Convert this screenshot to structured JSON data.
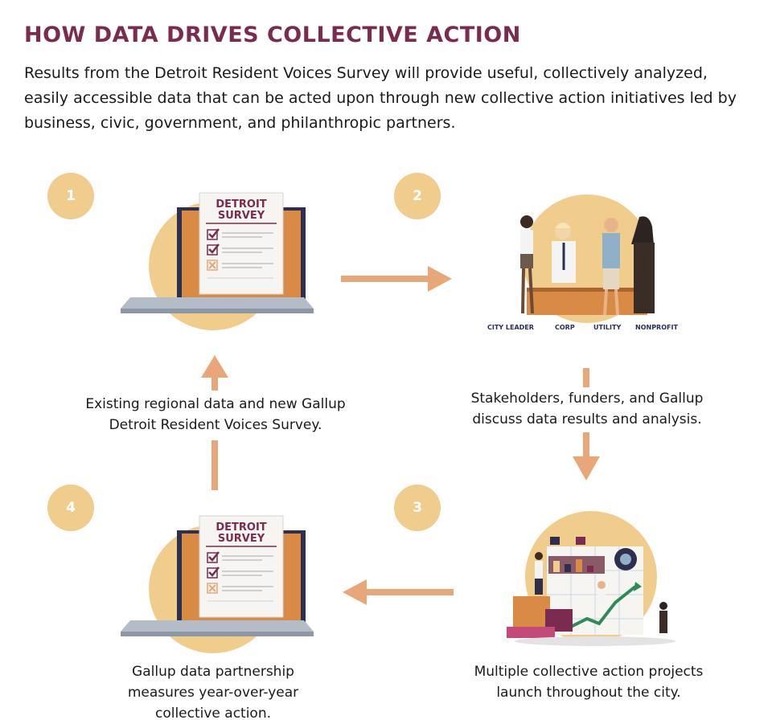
{
  "header": {
    "title": "HOW DATA DRIVES COLLECTIVE ACTION",
    "intro": "Results from the Detroit Resident Voices Survey will provide useful, collectively analyzed, easily accessible data that can be acted upon through new collective action initiatives led by business, civic, government, and philanthropic partners."
  },
  "steps": [
    {
      "number": "1",
      "caption": "Existing regional data and new Gallup Detroit Resident Voices Survey."
    },
    {
      "number": "2",
      "caption": "Stakeholders, funders, and Gallup discuss data results and analysis."
    },
    {
      "number": "3",
      "caption": "Multiple collective action projects launch throughout the city."
    },
    {
      "number": "4",
      "caption": "Gallup data partnership measures year-over-year collective action."
    }
  ],
  "survey_doc": {
    "line1": "DETROIT",
    "line2": "SURVEY"
  },
  "stakeholders": [
    "CITY LEADER",
    "CORP",
    "UTILITY",
    "NONPROFIT"
  ],
  "colors": {
    "title": "#7a2b4f",
    "circle": "#f1cd8d",
    "arrow": "#e8a778",
    "laptop_screen": "#d98a45",
    "laptop_base": "#9da7b6"
  }
}
